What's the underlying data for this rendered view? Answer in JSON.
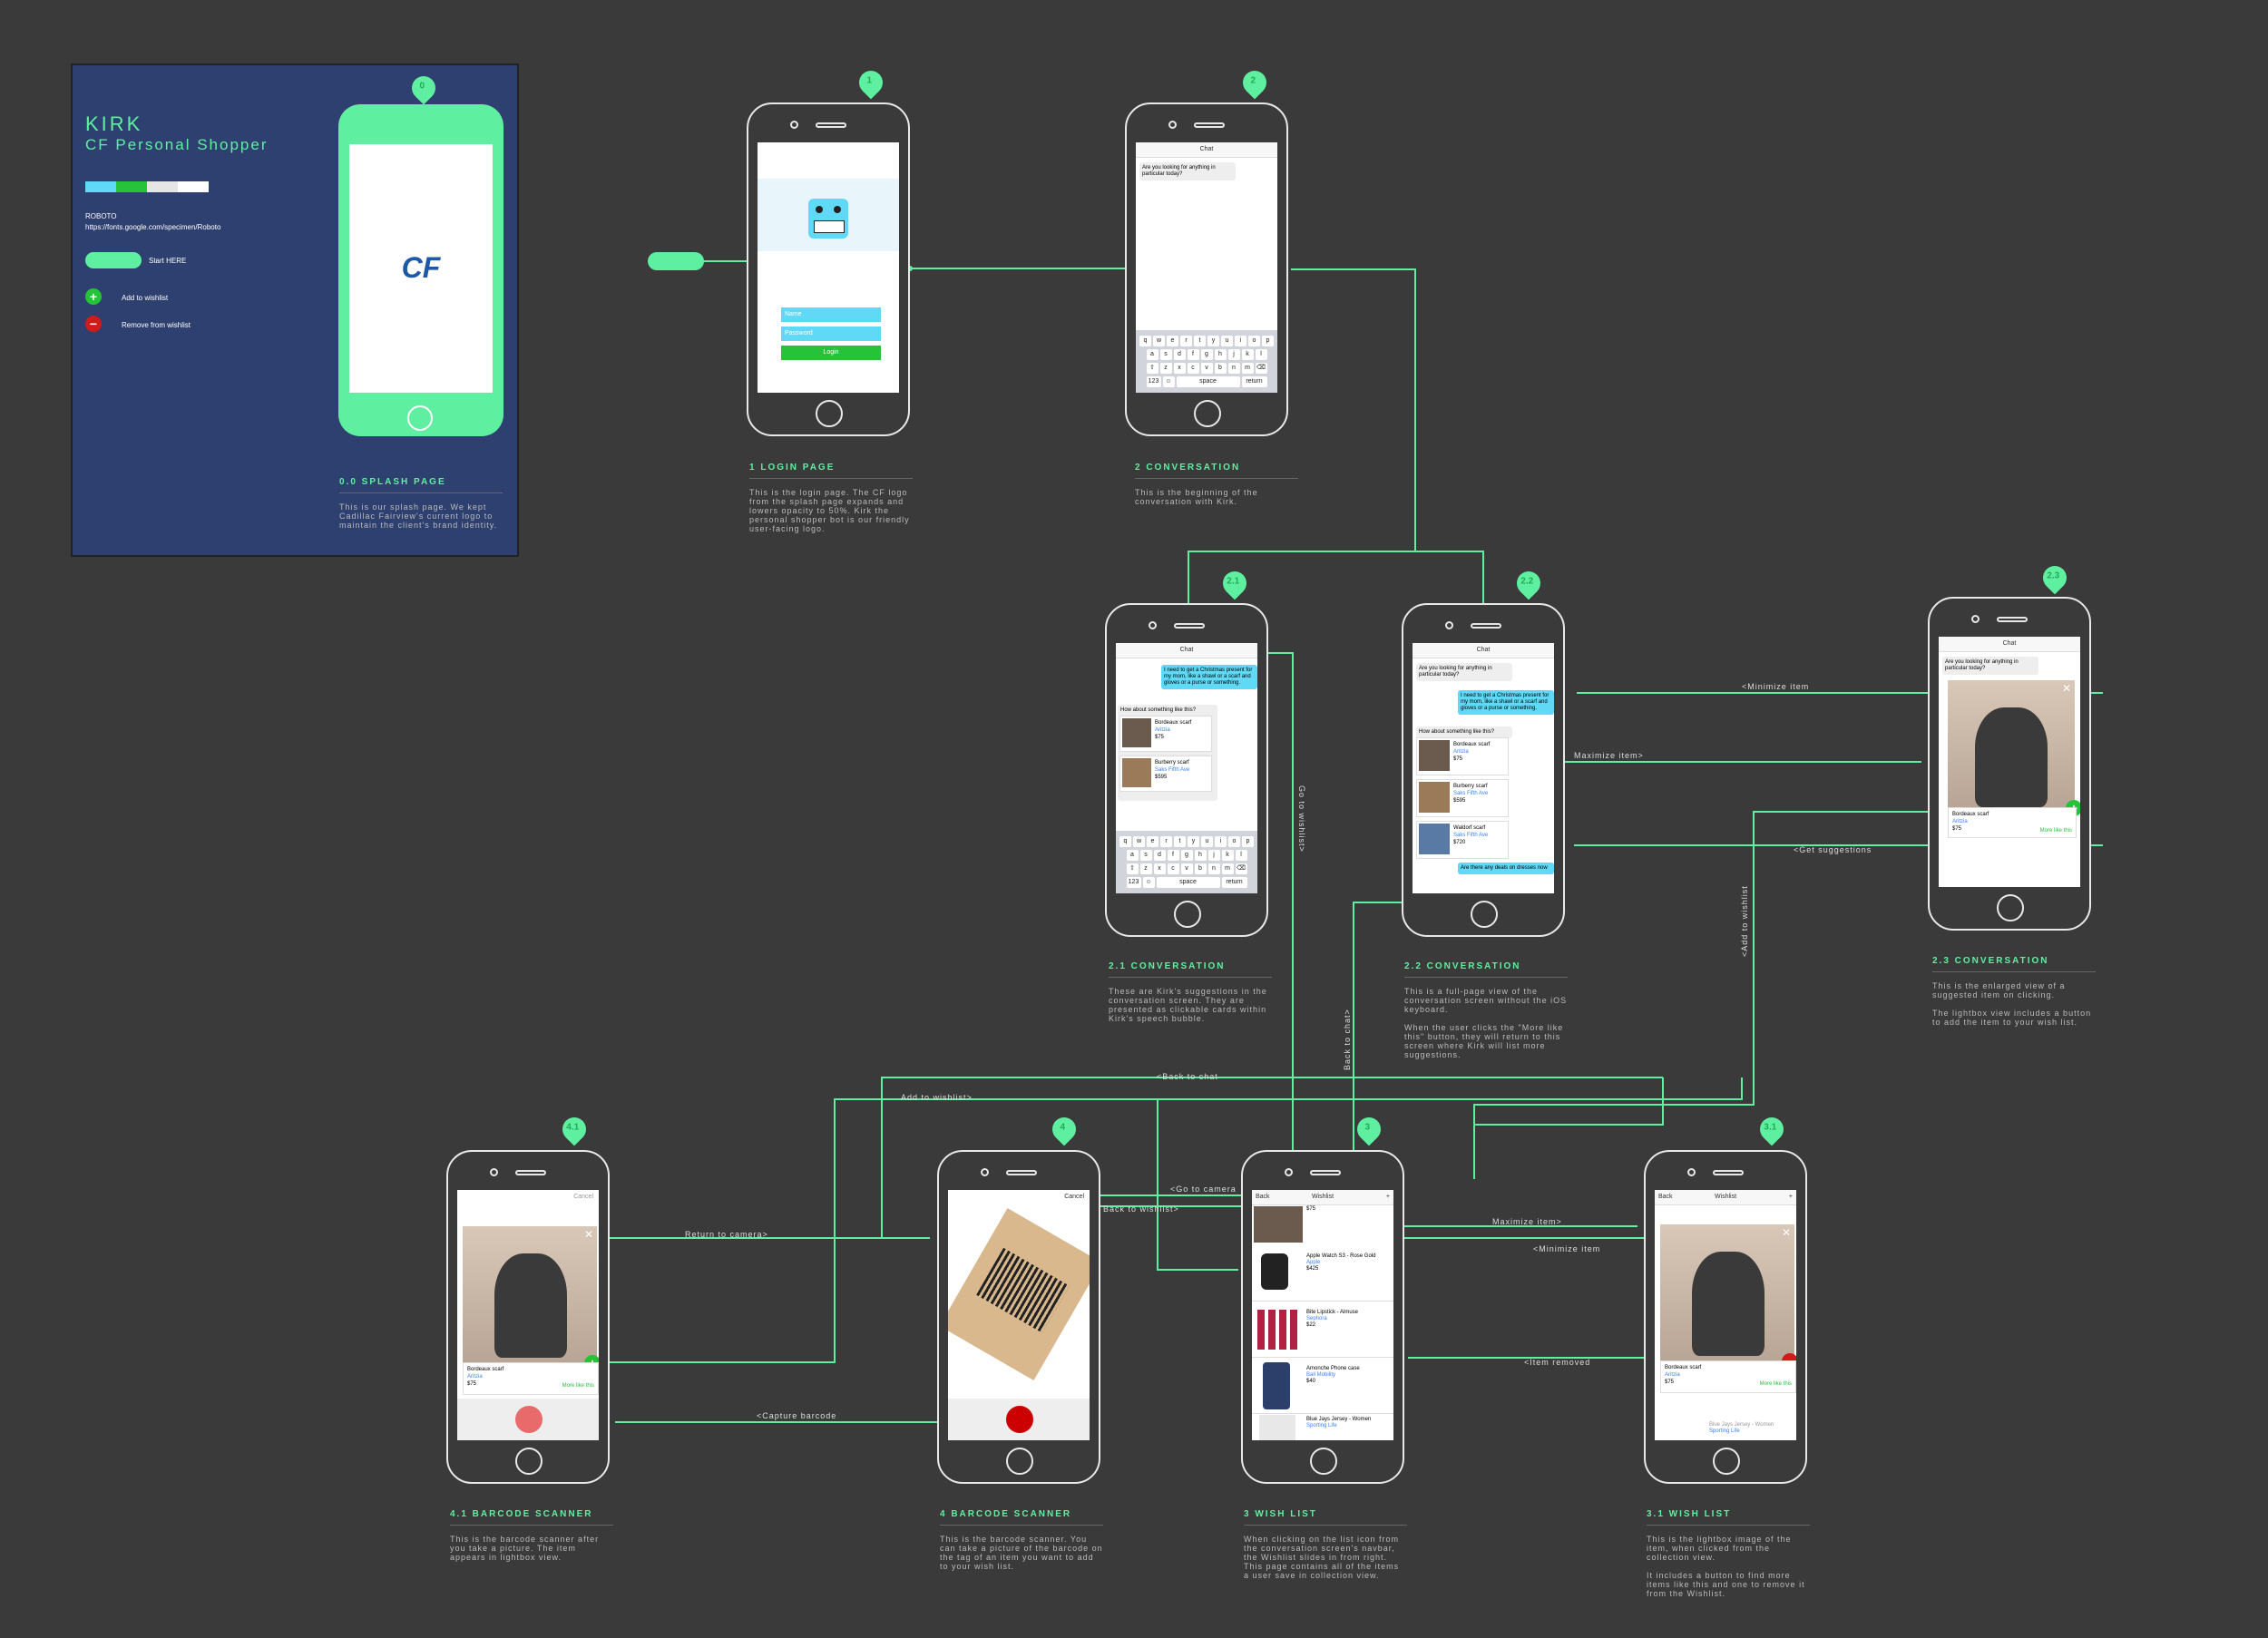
{
  "splash_card": {
    "title": "KIRK",
    "subtitle": "CF Personal Shopper",
    "font_name": "ROBOTO",
    "font_url": "https://fonts.google.com/specimen/Roboto",
    "start_label": "Start HERE",
    "add_label": "Add to wishlist",
    "remove_label": "Remove from wishlist",
    "logo": "CF",
    "colors": {
      "teal": "#5fd9f5",
      "green": "#25c23a",
      "light": "#e6e6e6",
      "white": "#ffffff",
      "accent": "#5ef0a0",
      "remove": "#d11a1a",
      "bg": "#2e4070"
    }
  },
  "screens": [
    {
      "id": "0",
      "title": "0.0 SPLASH PAGE",
      "desc": "This is our splash page. We kept Cadillac Fairview's current logo to maintain the client's brand identity."
    },
    {
      "id": "1",
      "title": "1 LOGIN PAGE",
      "desc": "This is the login page. The CF logo from the splash page expands and lowers opacity to 50%. Kirk the personal shopper bot is our friendly user-facing logo."
    },
    {
      "id": "2",
      "title": "2 CONVERSATION",
      "desc": "This is the beginning of the conversation with Kirk."
    },
    {
      "id": "2.1",
      "title": "2.1 CONVERSATION",
      "desc": "These are Kirk's suggestions in the conversation screen. They are presented as clickable cards within Kirk's speech bubble."
    },
    {
      "id": "2.2",
      "title": "2.2 CONVERSATION",
      "desc": "This is a full-page view of the conversation screen without the iOS keyboard.\n\nWhen the user clicks the \"More like this\" button, they will return to this screen where Kirk will list more suggestions."
    },
    {
      "id": "2.3",
      "title": "2.3 CONVERSATION",
      "desc": "This is the enlarged view of a suggested item on clicking.\n\nThe lightbox view includes a button to add the item to your wish list."
    },
    {
      "id": "4.1",
      "title": "4.1 BARCODE SCANNER",
      "desc": "This is the barcode scanner after you take a picture. The item appears in lightbox view."
    },
    {
      "id": "4",
      "title": "4 BARCODE SCANNER",
      "desc": "This is the barcode scanner. You can take a picture of the barcode on the tag of an item you want to add to your wish list."
    },
    {
      "id": "3",
      "title": "3 WISH LIST",
      "desc": "When clicking on the list icon from the conversation screen's navbar, the Wishlist slides in from right. This page contains all of the items a user save in collection view."
    },
    {
      "id": "3.1",
      "title": "3.1 WISH LIST",
      "desc": "This is the lightbox image of the item, when clicked from the collection view.\n\nIt includes a button to find more items like this and one to remove it from the Wishlist."
    }
  ],
  "login": {
    "name_placeholder": "Name",
    "password_placeholder": "Password",
    "login_label": "Login"
  },
  "chat": {
    "title": "Chat",
    "question": "Are you looking for anything in particular today?",
    "user_msg": "I need to get a Christmas present for my mom, like a shawl or a scarf and gloves or a purse or something.",
    "suggest": "How about something like this?",
    "items": [
      {
        "name": "Bordeaux scarf",
        "store": "Aritzia",
        "price": "$75"
      },
      {
        "name": "Burberry scarf",
        "store": "Saks Fifth Ave",
        "price": "$595"
      },
      {
        "name": "Waldorf scarf",
        "store": "Saks Fifth Ave",
        "price": "$720"
      }
    ],
    "deals": "Are there any deals on dresses now",
    "more": "More like this",
    "keyboard": {
      "row1": [
        "q",
        "w",
        "e",
        "r",
        "t",
        "y",
        "u",
        "i",
        "o",
        "p"
      ],
      "row2": [
        "a",
        "s",
        "d",
        "f",
        "g",
        "h",
        "j",
        "k",
        "l"
      ],
      "row3": [
        "z",
        "x",
        "c",
        "v",
        "b",
        "n",
        "m"
      ],
      "num": "123",
      "space": "space",
      "ret": "return"
    }
  },
  "wishlist": {
    "title": "Wishlist",
    "back": "Back",
    "top_price": "$75",
    "items": [
      {
        "name": "Apple Watch S3 - Rose Gold",
        "store": "Apple",
        "price": "$425"
      },
      {
        "name": "Bite Lipstick - Almuse",
        "store": "Sephora",
        "price": "$22"
      },
      {
        "name": "Amonche Phone case",
        "store": "Ball Mobility",
        "price": "$40"
      },
      {
        "name": "Blue Jays Jersey - Women",
        "store": "Sporting Life",
        "price": ""
      }
    ]
  },
  "scanner": {
    "cancel": "Cancel"
  },
  "connectors": {
    "minimize_item": "<Minimize item",
    "maximize_item": "Maximize item>",
    "get_suggestions": "<Get suggestions",
    "add_to_wishlist_v": "<Add to wishlist",
    "go_to_wishlist": "Go to wishlist>",
    "back_to_chat_v": "Back to chat>",
    "back_to_chat": "<Back to chat",
    "add_to_wishlist": "Add to wishlist>",
    "go_to_camera": "<Go to camera",
    "back_to_wishlist": "Back to wishlist>",
    "return_to_camera": "Return to camera>",
    "maximize_item_3": "Maximize item>",
    "minimize_item_3": "<Minimize item",
    "item_removed": "<Item removed",
    "capture_barcode": "<Capture barcode"
  }
}
